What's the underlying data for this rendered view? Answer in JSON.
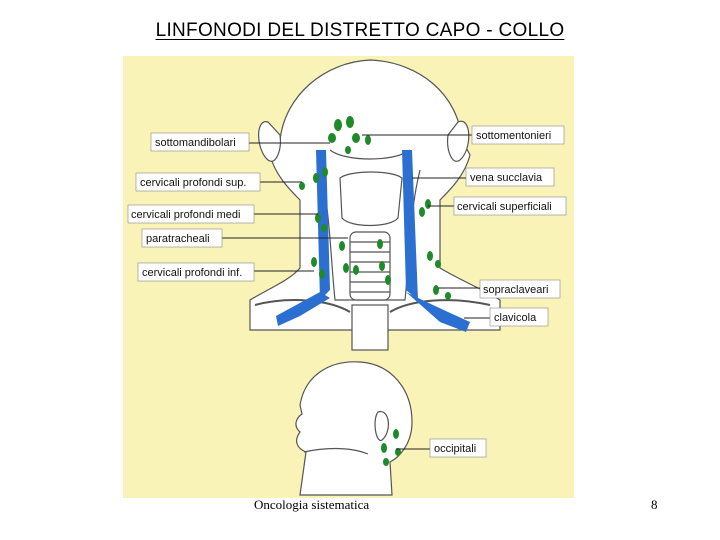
{
  "slide": {
    "title": "LINFONODI  DEL  DISTRETTO  CAPO - COLLO",
    "footer_text": "Oncologia sistematica",
    "page_number": "8"
  },
  "labels": {
    "sottomandibolari": "sottomandibolari",
    "cervicali_profondi_sup": "cervicali profondi sup.",
    "cervicali_profondi_medi": "cervicali profondi medi",
    "paratracheali": "paratracheali",
    "cervicali_profondi_inf": "cervicali profondi inf.",
    "sottomentonieri": "sottomentonieri",
    "vena_succlavia": "vena succlavia",
    "cervicali_superficiali": "cervicali superficiali",
    "sopraclaveari": "sopraclaveari",
    "clavicola": "clavicola",
    "occipitali": "occipitali"
  },
  "colors": {
    "panel_background": "#f9f3b8",
    "lymph_node": "#1f8a2a",
    "vein": "#2b6fd1",
    "outline": "#555555",
    "label_box": "#ffffff"
  }
}
